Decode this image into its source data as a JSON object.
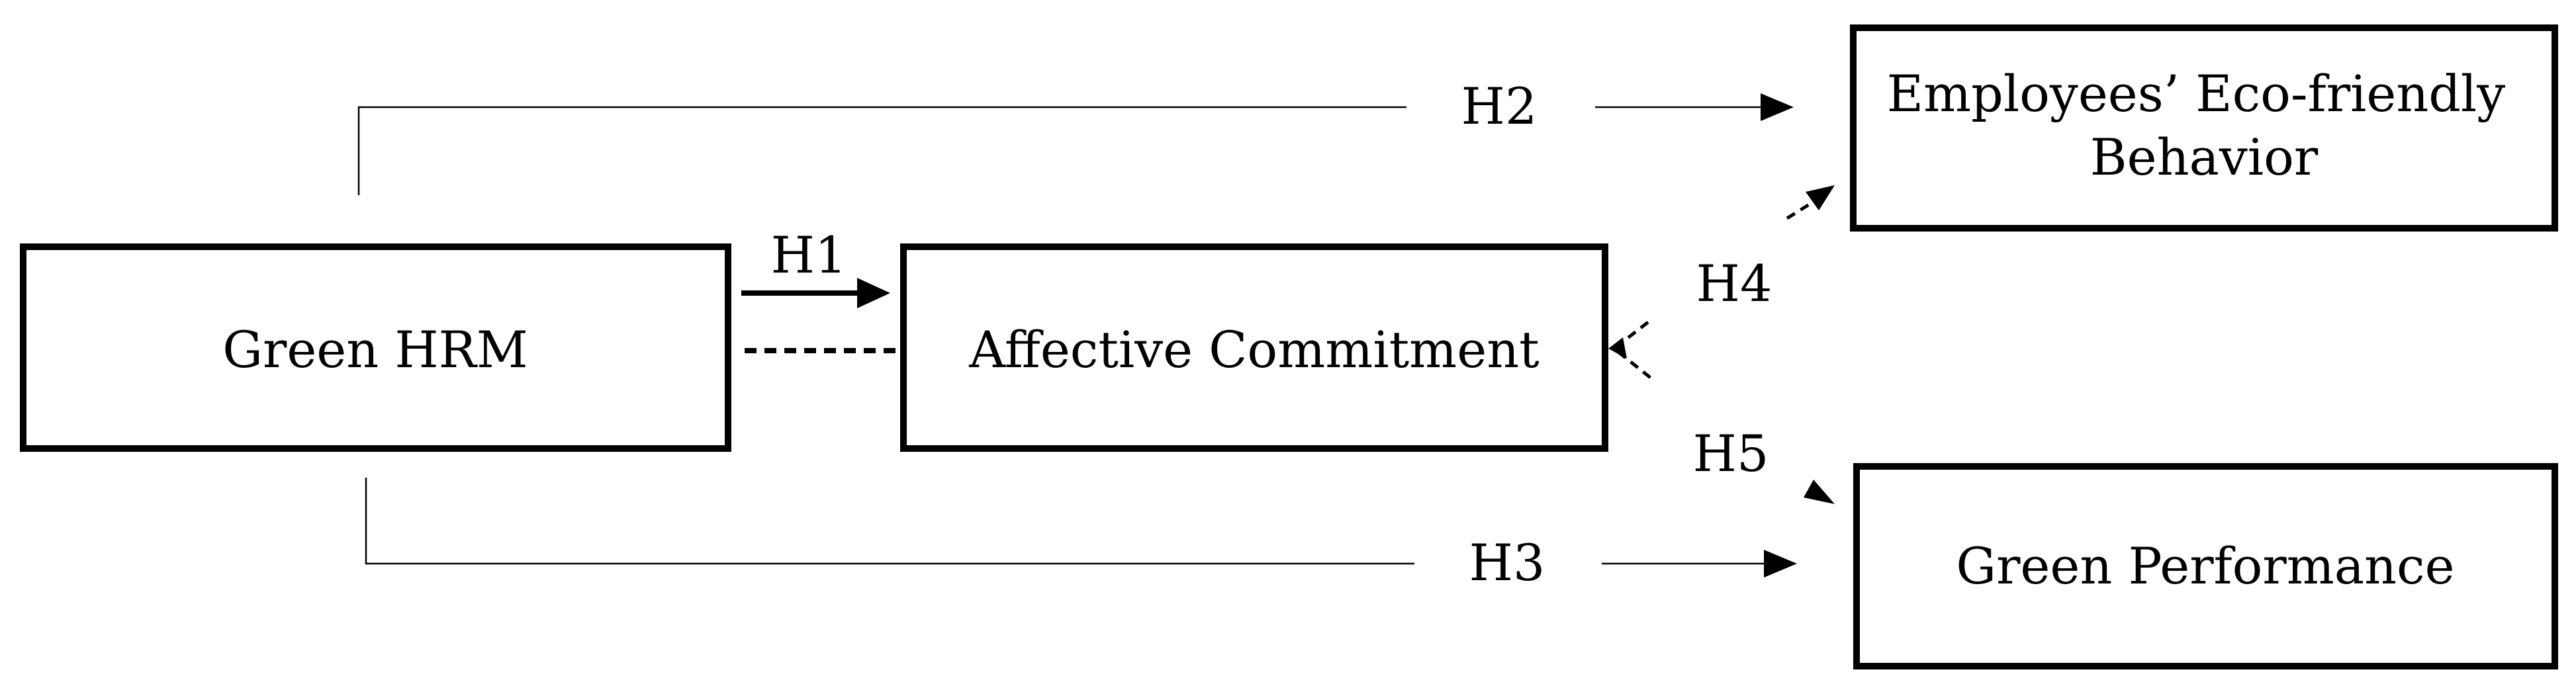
{
  "nodes": {
    "green_hrm": "Green HRM",
    "affective_commitment": "Affective Commitment",
    "eco_behavior": [
      "Employees’ Eco-friendly",
      "Behavior"
    ],
    "green_performance": "Green Performance"
  },
  "edges": {
    "h1": "H1",
    "h2": "H2",
    "h3": "H3",
    "h4": "H4",
    "h5": "H5"
  }
}
